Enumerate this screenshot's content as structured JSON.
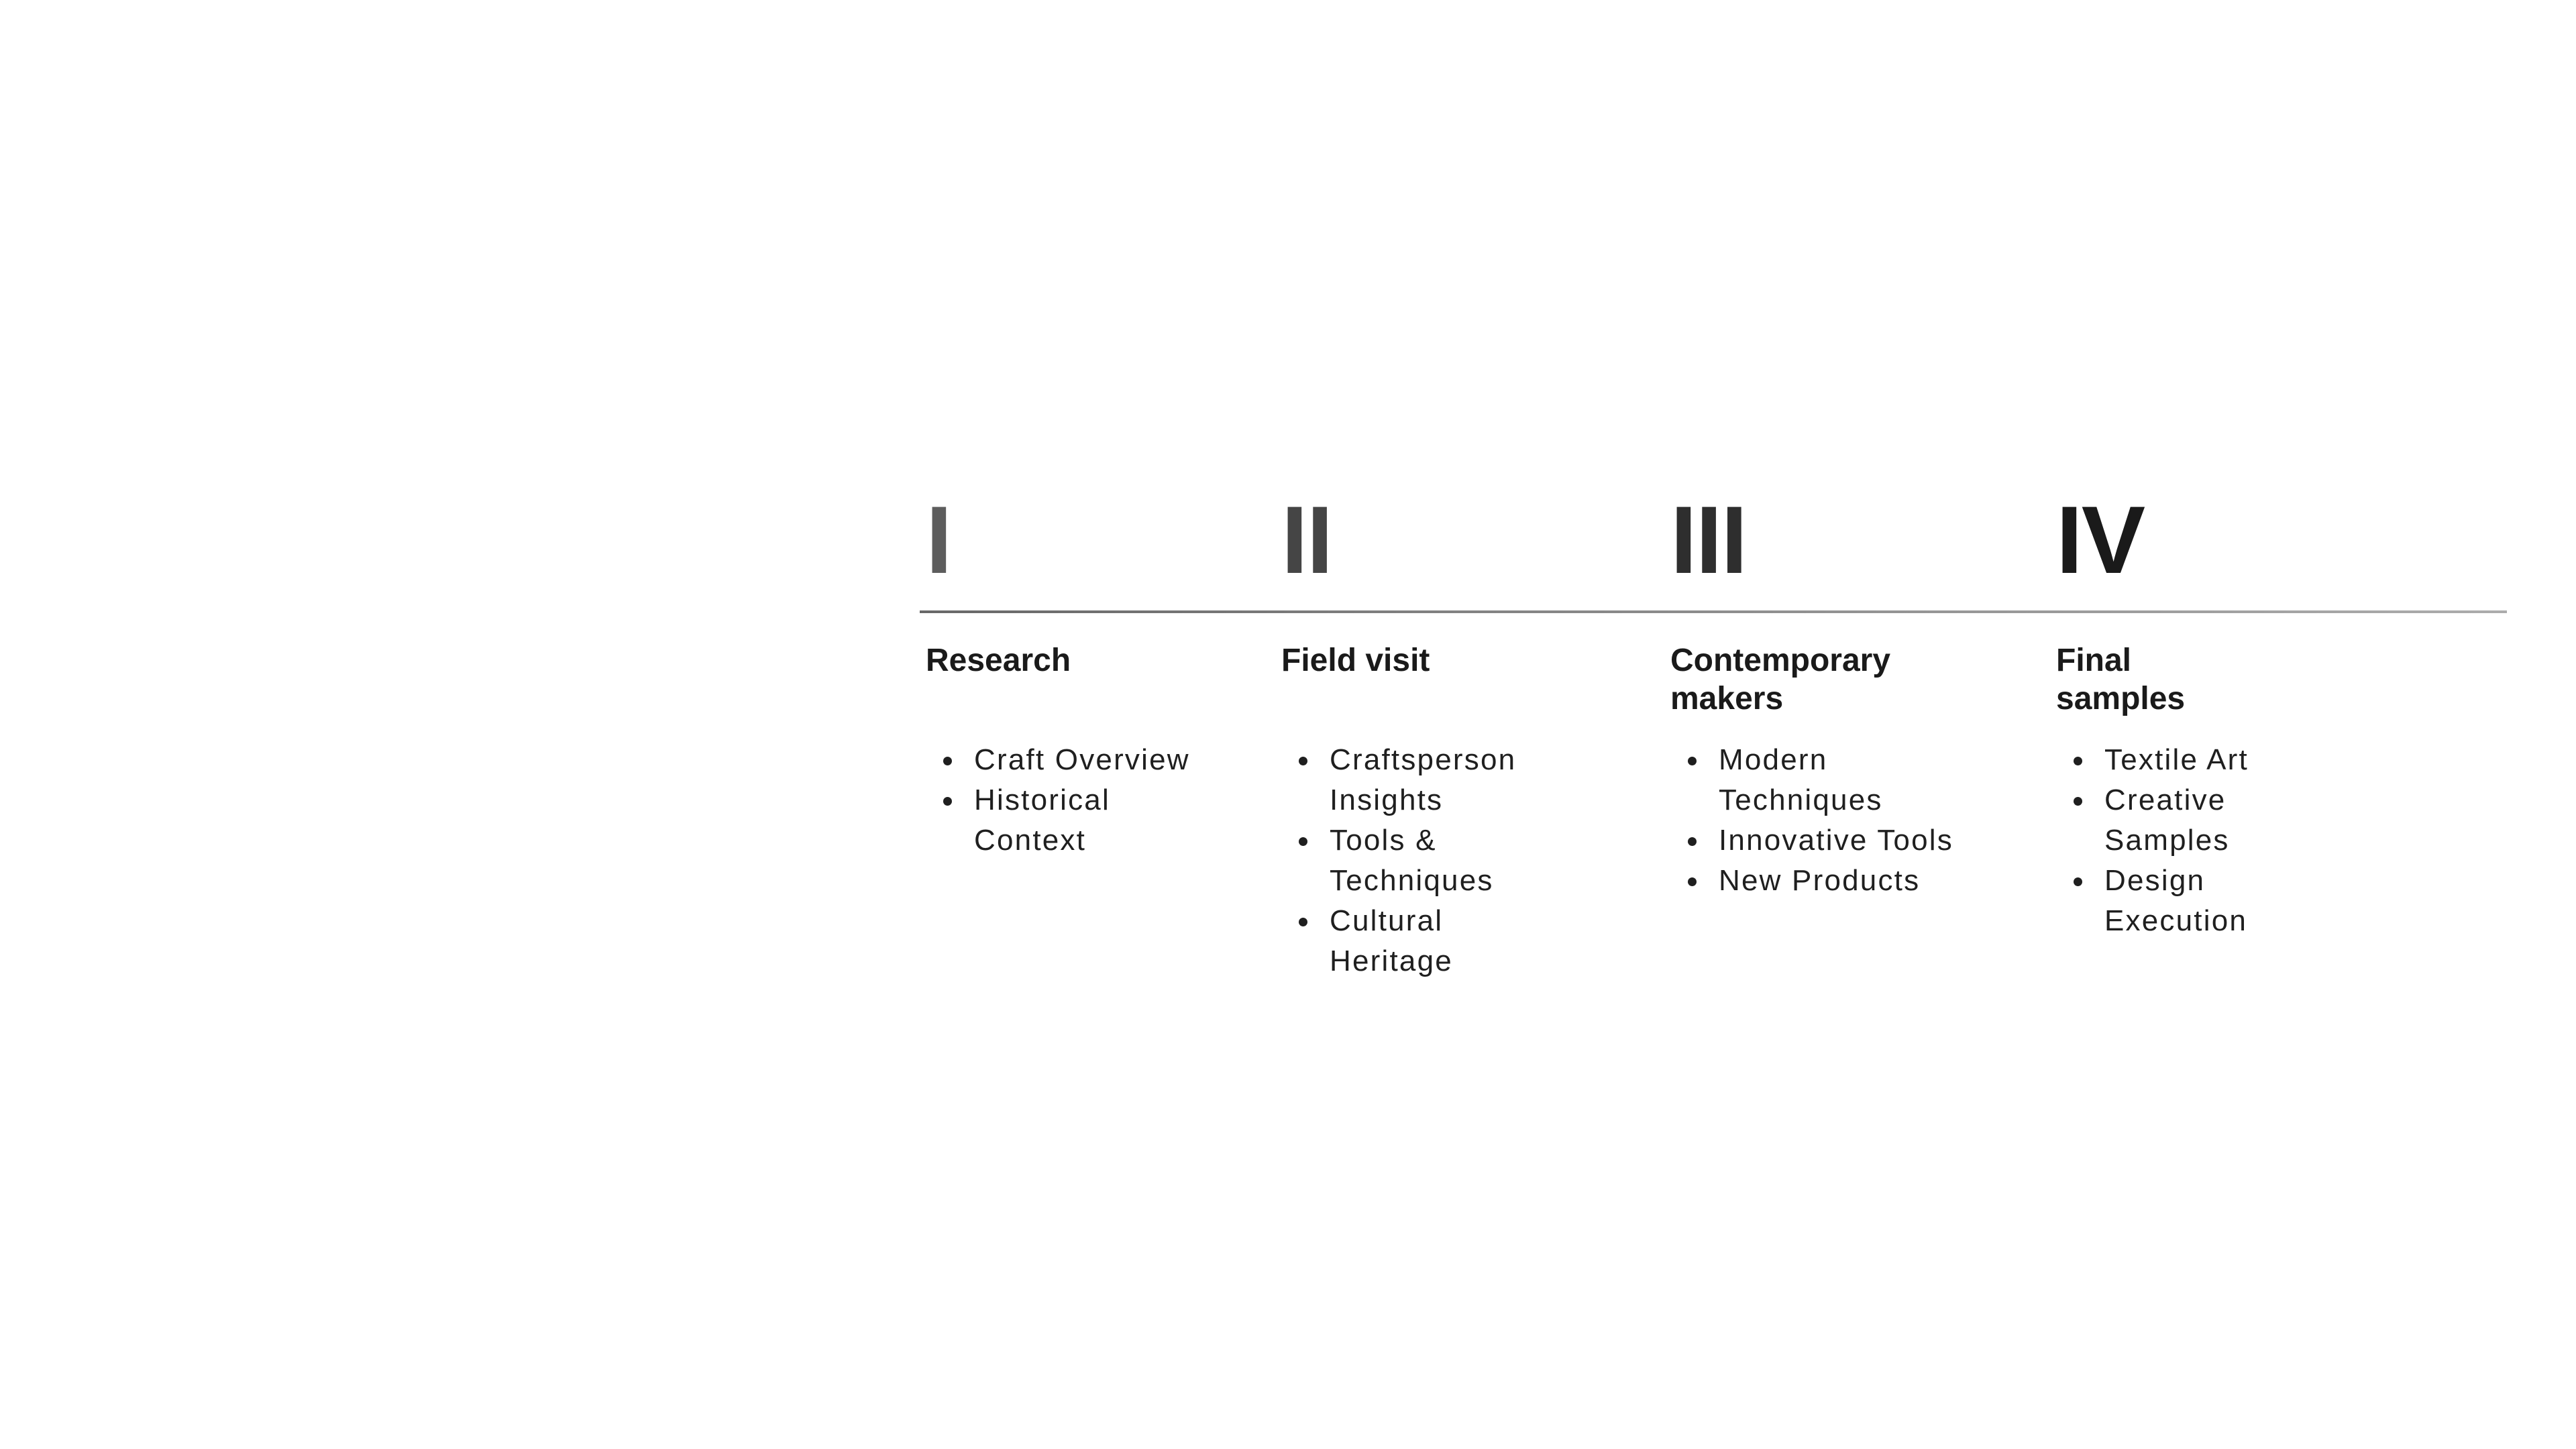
{
  "slide": {
    "background_color": "#ffffff",
    "divider": {
      "color_left": "#686868",
      "color_right": "#acacac"
    },
    "text_color": "#1f1f1f",
    "title_color": "#1a1a1a",
    "phases": [
      {
        "numeral": "I",
        "numeral_color": "#5d5d5d",
        "title": "Research",
        "items": [
          "Craft Overview",
          "Historical Context"
        ]
      },
      {
        "numeral": "II",
        "numeral_color": "#454545",
        "title": "Field visit",
        "items": [
          "Craftsperson Insights",
          "Tools & Techniques",
          "Cultural Heritage"
        ]
      },
      {
        "numeral": "III",
        "numeral_color": "#2e2e2e",
        "title": "Contemporary makers",
        "items": [
          "Modern Techniques",
          "Innovative Tools",
          "New Products"
        ]
      },
      {
        "numeral": "IV",
        "numeral_color": "#1a1a1a",
        "title": "Final samples",
        "items": [
          "Textile Art",
          "Creative Samples",
          "Design Execution"
        ]
      }
    ]
  }
}
